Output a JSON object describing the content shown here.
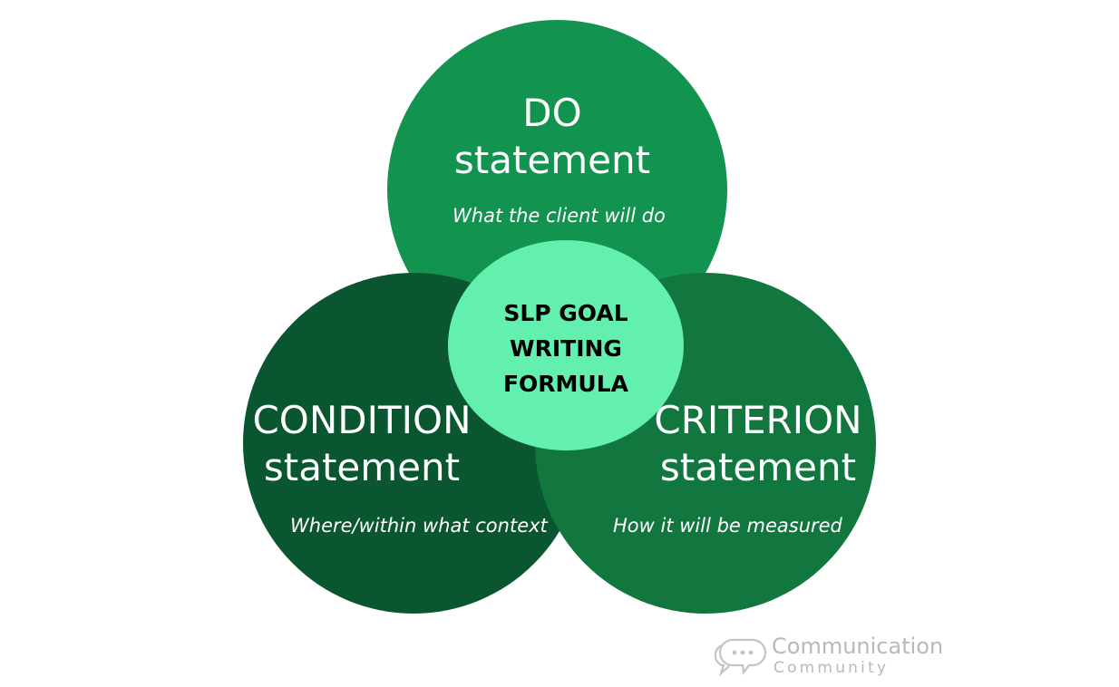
{
  "colors": {
    "do_circle": "#12934f",
    "condition_circle": "#0a5630",
    "criterion_circle": "#11773f",
    "center_circle": "#63efad",
    "logo_gray": "#b9b9b9"
  },
  "center": {
    "line1": "SLP GOAL",
    "line2": "WRITING",
    "line3": "FORMULA"
  },
  "do": {
    "line1": "DO",
    "line2": "statement",
    "description": "What the client will do"
  },
  "condition": {
    "line1": "CONDITION",
    "line2": "statement",
    "description": "Where/within what context"
  },
  "criterion": {
    "line1": "CRITERION",
    "line2": "statement",
    "description": "How it will be measured"
  },
  "logo": {
    "line1": "Communication",
    "line2": "Community",
    "icon": "speech-bubbles-icon"
  }
}
